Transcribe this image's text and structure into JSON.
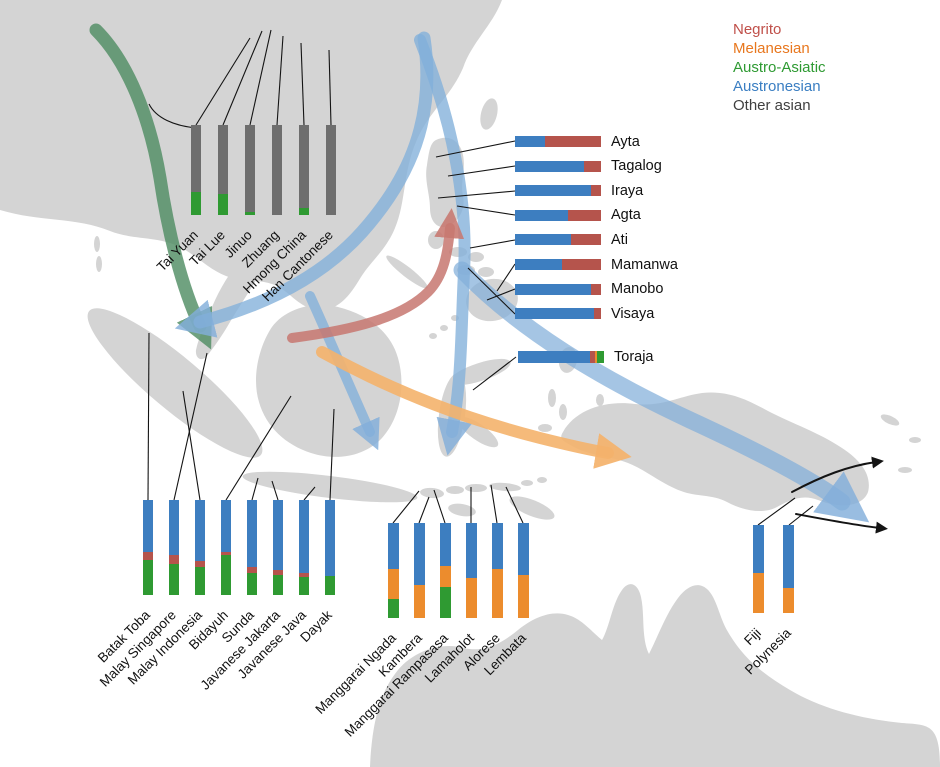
{
  "legend": {
    "items": [
      {
        "key": "negrito",
        "label": "Negrito",
        "color": "#c0504a"
      },
      {
        "key": "melanesian",
        "label": "Melanesian",
        "color": "#e8771e"
      },
      {
        "key": "austroasiatic",
        "label": "Austro-Asiatic",
        "color": "#2e9a32"
      },
      {
        "key": "austronesian",
        "label": "Austronesian",
        "color": "#3a7ec2"
      },
      {
        "key": "other",
        "label": "Other asian",
        "color": "#3f3f3f"
      }
    ]
  },
  "ancestry_colors": {
    "negrito": "#b5544c",
    "melanesian": "#ec8c2d",
    "austroasiatic": "#2f9a32",
    "austronesian": "#3d7ec0",
    "other": "#6e6e6e"
  },
  "chart_data": [
    {
      "id": "mainland",
      "type": "bar",
      "orientation": "vertical",
      "note": "stacked ancestry proportions, mainland Southeast Asia / South China populations",
      "populations": [
        {
          "name": "Tai Yuan",
          "fractions": {
            "other": 0.74,
            "austroasiatic": 0.26
          }
        },
        {
          "name": "Tai Lue",
          "fractions": {
            "other": 0.77,
            "austroasiatic": 0.23
          }
        },
        {
          "name": "Jinuo",
          "fractions": {
            "other": 0.97,
            "austroasiatic": 0.03
          }
        },
        {
          "name": "Zhuang",
          "fractions": {
            "other": 1.0
          }
        },
        {
          "name": "Hmong China",
          "fractions": {
            "other": 0.92,
            "austroasiatic": 0.08
          }
        },
        {
          "name": "Han Cantonese",
          "fractions": {
            "other": 1.0
          }
        }
      ]
    },
    {
      "id": "philippines",
      "type": "bar",
      "orientation": "horizontal",
      "note": "Philippine populations, Austronesian (blue) vs Negrito (red)",
      "populations": [
        {
          "name": "Ayta",
          "fractions": {
            "austronesian": 0.35,
            "negrito": 0.65
          }
        },
        {
          "name": "Tagalog",
          "fractions": {
            "austronesian": 0.8,
            "negrito": 0.2
          }
        },
        {
          "name": "Iraya",
          "fractions": {
            "austronesian": 0.88,
            "negrito": 0.12
          }
        },
        {
          "name": "Agta",
          "fractions": {
            "austronesian": 0.62,
            "negrito": 0.38
          }
        },
        {
          "name": "Ati",
          "fractions": {
            "austronesian": 0.65,
            "negrito": 0.35
          }
        },
        {
          "name": "Mamanwa",
          "fractions": {
            "austronesian": 0.55,
            "negrito": 0.45
          }
        },
        {
          "name": "Manobo",
          "fractions": {
            "austronesian": 0.88,
            "negrito": 0.12
          }
        },
        {
          "name": "Visaya",
          "fractions": {
            "austronesian": 0.92,
            "negrito": 0.08
          }
        }
      ]
    },
    {
      "id": "toraja",
      "type": "bar",
      "orientation": "horizontal",
      "populations": [
        {
          "name": "Toraja",
          "fractions": {
            "austronesian": 0.84,
            "negrito": 0.05,
            "melanesian": 0.03,
            "austroasiatic": 0.08
          }
        }
      ]
    },
    {
      "id": "west-indonesia",
      "type": "bar",
      "orientation": "vertical",
      "populations": [
        {
          "name": "Batak Toba",
          "fractions": {
            "austronesian": 0.55,
            "negrito": 0.08,
            "austroasiatic": 0.37
          }
        },
        {
          "name": "Malay Singapore",
          "fractions": {
            "austronesian": 0.58,
            "negrito": 0.09,
            "austroasiatic": 0.33
          }
        },
        {
          "name": "Malay Indonesia",
          "fractions": {
            "austronesian": 0.64,
            "negrito": 0.07,
            "austroasiatic": 0.29
          }
        },
        {
          "name": "Bidayuh",
          "fractions": {
            "austronesian": 0.55,
            "negrito": 0.03,
            "austroasiatic": 0.42
          }
        },
        {
          "name": "Sunda",
          "fractions": {
            "austronesian": 0.7,
            "negrito": 0.07,
            "austroasiatic": 0.23
          }
        },
        {
          "name": "Javanese Jakarta",
          "fractions": {
            "austronesian": 0.74,
            "negrito": 0.05,
            "austroasiatic": 0.21
          }
        },
        {
          "name": "Javanese Java",
          "fractions": {
            "austronesian": 0.77,
            "negrito": 0.04,
            "austroasiatic": 0.19
          }
        },
        {
          "name": "Dayak",
          "fractions": {
            "austronesian": 0.8,
            "austroasiatic": 0.2
          }
        }
      ]
    },
    {
      "id": "east-indonesia",
      "type": "bar",
      "orientation": "vertical",
      "populations": [
        {
          "name": "Manggarai Ngada",
          "fractions": {
            "austronesian": 0.48,
            "melanesian": 0.32,
            "austroasiatic": 0.2
          }
        },
        {
          "name": "Kambera",
          "fractions": {
            "austronesian": 0.65,
            "melanesian": 0.35
          }
        },
        {
          "name": "Manggarai Rampasasa",
          "fractions": {
            "austronesian": 0.45,
            "melanesian": 0.22,
            "austroasiatic": 0.33
          }
        },
        {
          "name": "Lamaholot",
          "fractions": {
            "austronesian": 0.58,
            "melanesian": 0.42
          }
        },
        {
          "name": "Alorese",
          "fractions": {
            "austronesian": 0.48,
            "melanesian": 0.52
          }
        },
        {
          "name": "Lembata",
          "fractions": {
            "austronesian": 0.55,
            "melanesian": 0.45
          }
        }
      ]
    },
    {
      "id": "oceania",
      "type": "bar",
      "orientation": "vertical",
      "populations": [
        {
          "name": "Fiji",
          "fractions": {
            "austronesian": 0.55,
            "melanesian": 0.45
          }
        },
        {
          "name": "Polynesia",
          "fractions": {
            "austronesian": 0.72,
            "melanesian": 0.28
          }
        }
      ]
    }
  ],
  "arrows": [
    {
      "name": "austro-asiatic-migration",
      "color_key": "austroasiatic"
    },
    {
      "name": "austronesian-migration-mainland",
      "color_key": "austronesian"
    },
    {
      "name": "austronesian-migration-philippines",
      "color_key": "austronesian"
    },
    {
      "name": "austronesian-migration-sunda",
      "color_key": "austronesian"
    },
    {
      "name": "austronesian-migration-newguinea",
      "color_key": "austronesian"
    },
    {
      "name": "negrito-migration",
      "color_key": "negrito"
    },
    {
      "name": "melanesian-migration",
      "color_key": "melanesian"
    },
    {
      "name": "pacific-migration-north",
      "color_key": "other"
    },
    {
      "name": "pacific-migration-south",
      "color_key": "other"
    }
  ]
}
